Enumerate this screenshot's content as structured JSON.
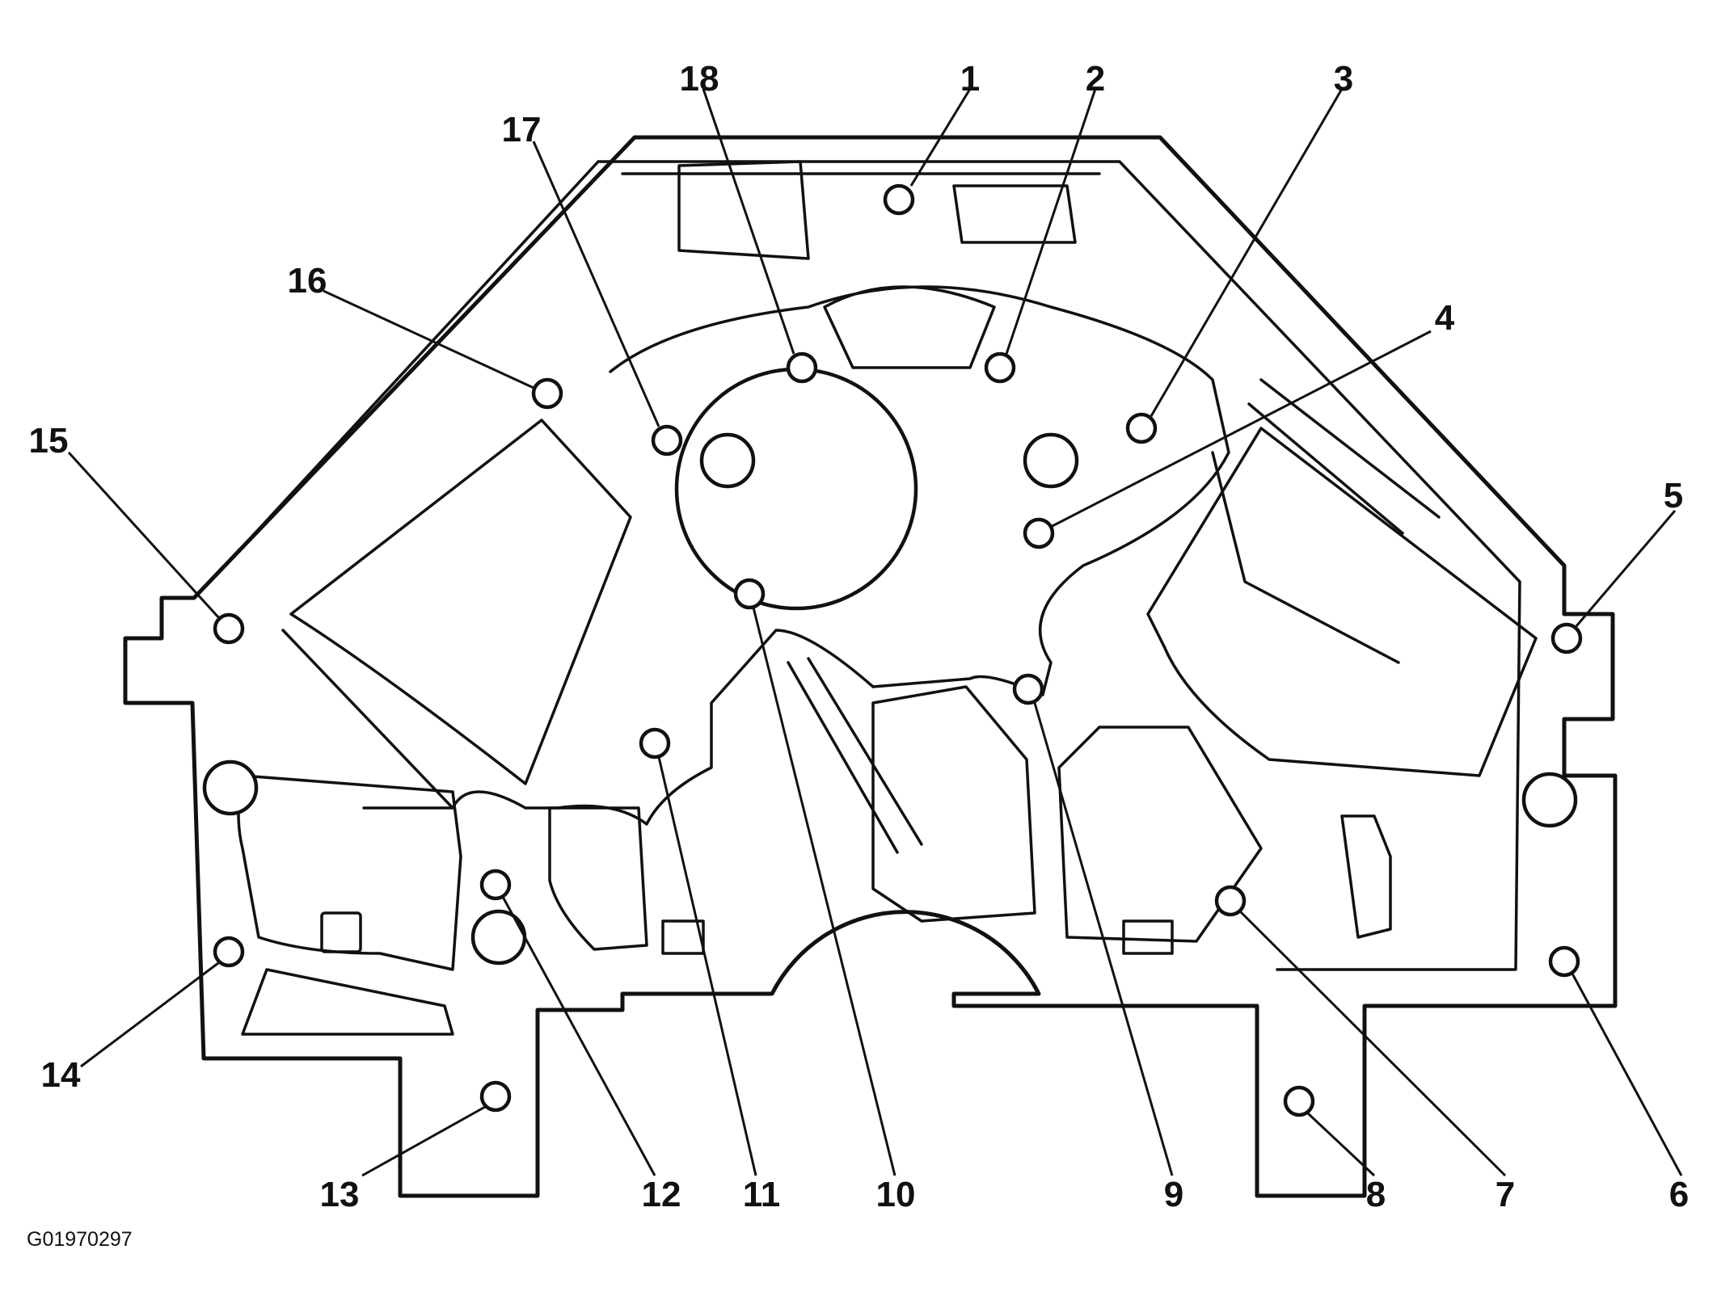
{
  "figure_id": "G01970297",
  "callouts": [
    {
      "label": "1"
    },
    {
      "label": "2"
    },
    {
      "label": "3"
    },
    {
      "label": "4"
    },
    {
      "label": "5"
    },
    {
      "label": "6"
    },
    {
      "label": "7"
    },
    {
      "label": "8"
    },
    {
      "label": "9"
    },
    {
      "label": "10"
    },
    {
      "label": "11"
    },
    {
      "label": "12"
    },
    {
      "label": "13"
    },
    {
      "label": "14"
    },
    {
      "label": "15"
    },
    {
      "label": "16"
    },
    {
      "label": "17"
    },
    {
      "label": "18"
    }
  ]
}
